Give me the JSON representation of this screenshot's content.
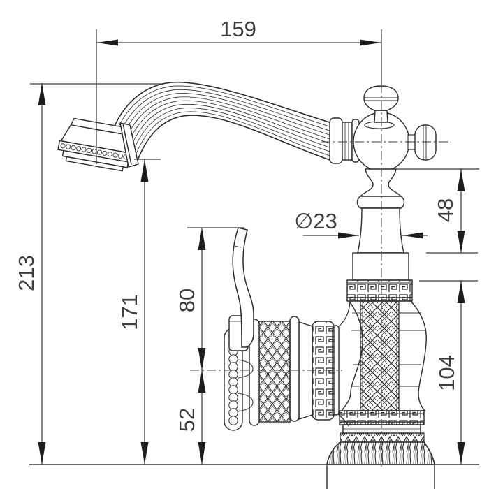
{
  "drawing": {
    "type": "technical-dimension-drawing",
    "subject": "ornate single-handle basin faucet, side elevation",
    "background": "#ffffff",
    "line_color": "#2b2b2b",
    "dim_color": "#3a3a3a"
  },
  "dimensions": {
    "spout_reach": "159",
    "overall_height": "213",
    "spout_outlet_height": "171",
    "handle_top_height": "80",
    "handle_axis_height": "52",
    "upper_section_height": "48",
    "body_section_height": "104",
    "neck_diameter": "∅23"
  }
}
